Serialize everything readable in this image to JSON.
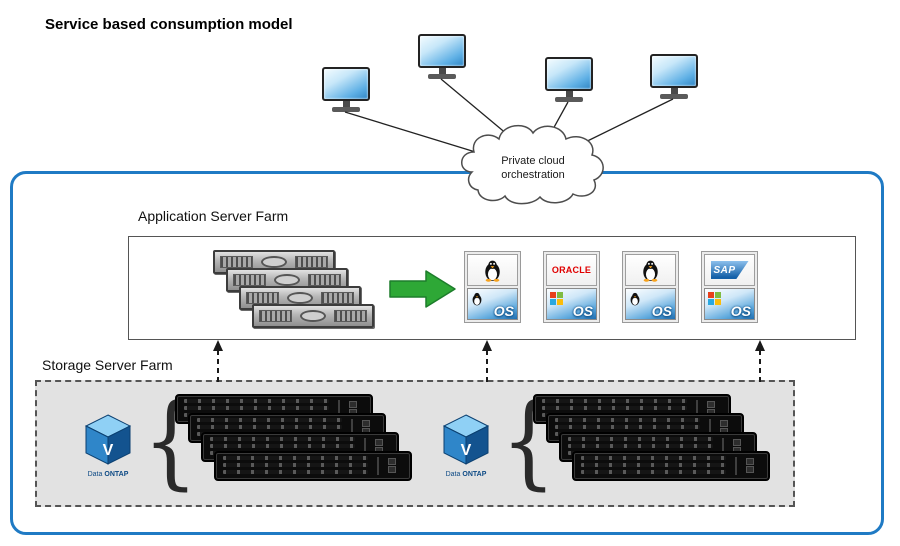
{
  "title": "Service based consumption model",
  "cloud": {
    "line1": "Private cloud",
    "line2": "orchestration"
  },
  "clients": {
    "count": 4,
    "icon": "desktop-monitor-icon"
  },
  "app_farm": {
    "label": "Application Server Farm",
    "rack_icon": "server-rack-stack-icon",
    "arrow_icon": "green-right-arrow-icon",
    "tiles": [
      {
        "app_icon": "linux-penguin-icon",
        "os_logo_icon": "linux-penguin-icon",
        "os_label": "OS"
      },
      {
        "app_icon": "oracle-logo",
        "app_text": "ORACLE",
        "os_logo_icon": "windows-logo-icon",
        "os_label": "OS"
      },
      {
        "app_icon": "linux-penguin-icon",
        "os_logo_icon": "linux-penguin-icon",
        "os_label": "OS"
      },
      {
        "app_icon": "sap-logo",
        "app_text": "SAP",
        "os_logo_icon": "windows-logo-icon",
        "os_label": "OS"
      }
    ]
  },
  "storage_farm": {
    "label": "Storage Server Farm",
    "clusters": [
      {
        "logo_icon": "data-ontap-cube-icon",
        "logo_letter": "V",
        "logo_word1": "Data",
        "logo_word2": "ONTAP",
        "array_count": 4
      },
      {
        "logo_icon": "data-ontap-cube-icon",
        "logo_letter": "V",
        "logo_word1": "Data",
        "logo_word2": "ONTAP",
        "array_count": 4
      }
    ]
  },
  "colors": {
    "boundary_border": "#1f7ac4",
    "arrow_green": "#2ea836",
    "storage_box_bg": "#e2e2e2",
    "ontap_cube_blue": "#2f86c9",
    "monitor_screen_blue": "#4da3dd"
  }
}
